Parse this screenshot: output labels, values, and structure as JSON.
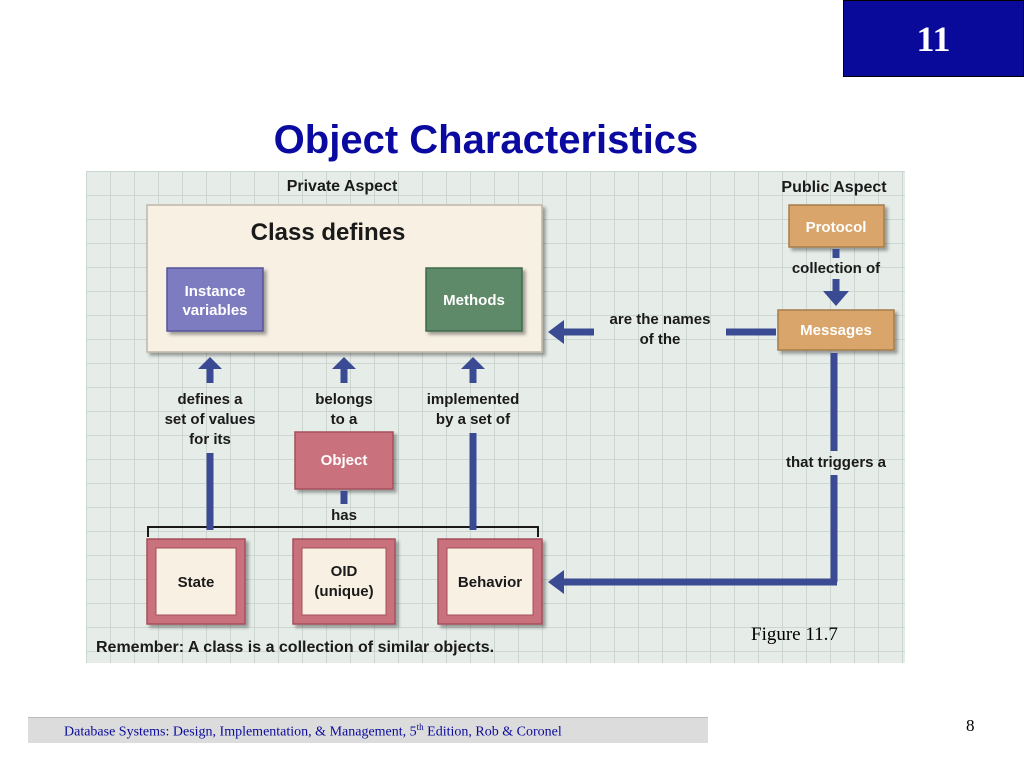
{
  "chapter_number": "11",
  "title": "Object Characteristics",
  "figure": {
    "private_aspect_label": "Private Aspect",
    "public_aspect_label": "Public Aspect",
    "class_defines_label": "Class defines",
    "instance_variables": [
      "Instance",
      "variables"
    ],
    "methods": "Methods",
    "protocol": "Protocol",
    "collection_of": "collection of",
    "messages": "Messages",
    "are_the_names_of_the": [
      "are the names",
      "of the"
    ],
    "that_triggers_a": "that triggers a",
    "defines_a_set_of_values": [
      "defines a",
      "set of values",
      "for its"
    ],
    "belongs_to_a": [
      "belongs",
      "to a"
    ],
    "implemented_by_a_set_of": [
      "implemented",
      "by a set of"
    ],
    "object": "Object",
    "has": "has",
    "state": "State",
    "oid": [
      "OID",
      "(unique)"
    ],
    "behavior": "Behavior",
    "remember_note": "Remember: A class is a collection of similar objects."
  },
  "figure_caption": "Figure 11.7",
  "footer": {
    "text_before_sup": "Database Systems: Design, Implementation, & Management, 5",
    "sup": "th",
    "text_after_sup": " Edition, Rob & Coronel"
  },
  "page_number": "8",
  "colors": {
    "title": "#0a0aa0",
    "chapter_box": "#0a0a9a",
    "arrow": "#3a4b94",
    "instance_box": "#7e7cc0",
    "methods_box": "#5f8a6a",
    "protocol_box": "#d9a56b",
    "object_box": "#c9717d"
  }
}
